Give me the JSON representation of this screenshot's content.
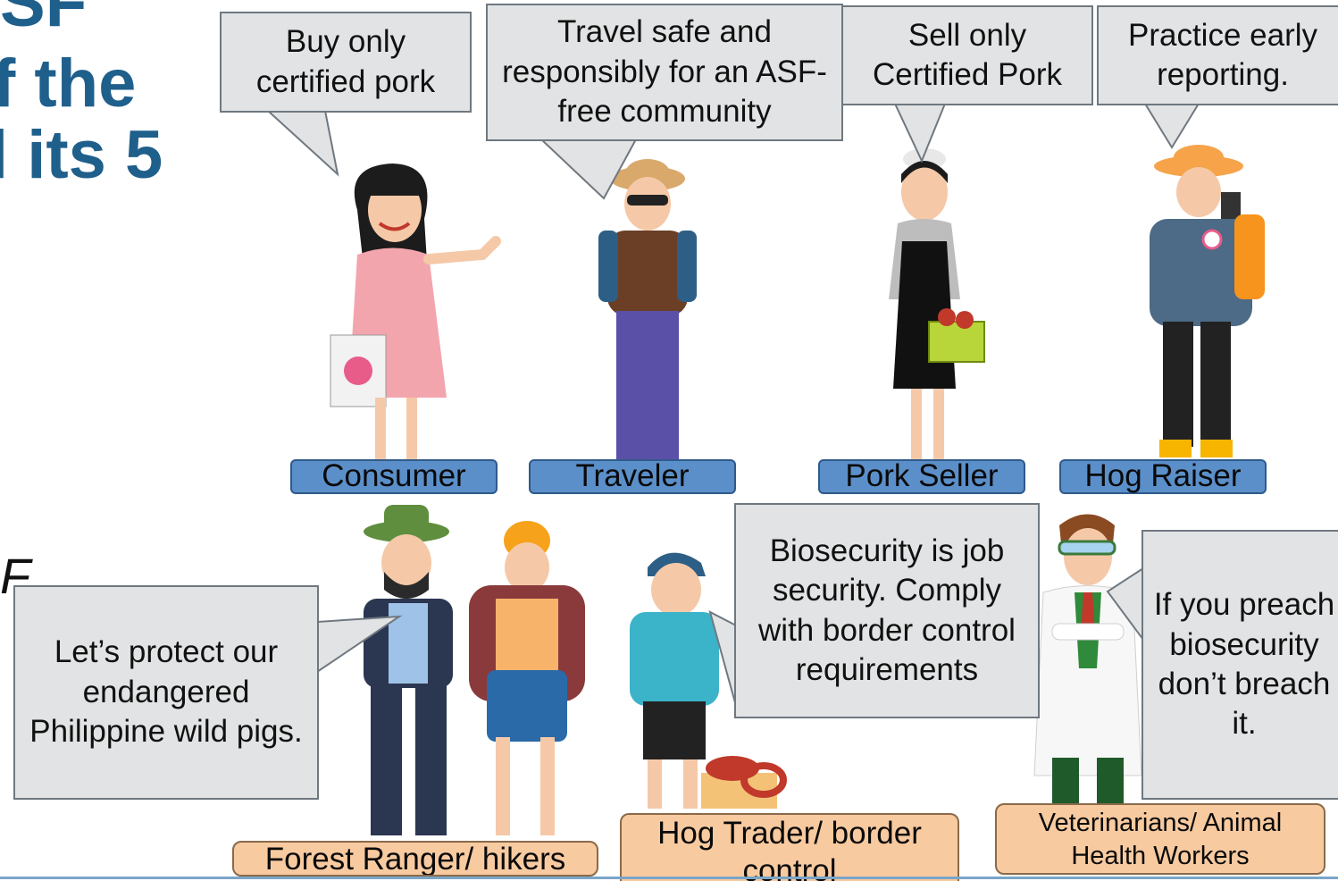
{
  "title_fragments": [
    "SF",
    "f the",
    "l its 5"
  ],
  "italic_fragment": "F",
  "bubbles": {
    "consumer": "Buy only certified pork",
    "traveler": "Travel safe and responsibly for an ASF-free community",
    "seller": "Sell only Certified Pork",
    "raiser": "Practice early reporting.",
    "ranger": "Let’s protect our endangered Philippine wild pigs.",
    "trader": "Biosecurity is job security. Comply with border control requirements",
    "vet": "If you preach biosecurity don’t breach it."
  },
  "labels": {
    "consumer": "Consumer",
    "traveler": "Traveler",
    "seller": "Pork Seller",
    "raiser": "Hog Raiser",
    "ranger": "Forest Ranger/ hikers",
    "trader": "Hog Trader/ border control",
    "vet": "Veterinarians/ Animal Health Workers"
  },
  "colors": {
    "title": "#1f5f8b",
    "bubble_fill": "#e2e3e4",
    "label_blue": "#5b8fc9",
    "label_peach": "#f8caa0"
  }
}
